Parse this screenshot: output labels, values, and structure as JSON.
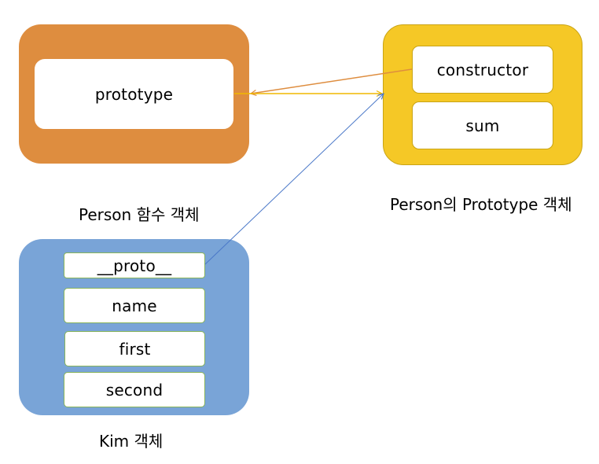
{
  "colors": {
    "person_fn": "#DE8D3F",
    "prototype_obj": "#F5C826",
    "kim_obj": "#79A4D7",
    "arrow_constructor": "#DE8D3F",
    "arrow_prototype": "#F5C826",
    "arrow_proto": "#4A78C8"
  },
  "person_function": {
    "caption": "Person 함수 객체",
    "fields": {
      "prototype": "prototype"
    }
  },
  "person_prototype": {
    "caption": "Person의 Prototype 객체",
    "fields": {
      "constructor": "constructor",
      "sum": "sum"
    }
  },
  "kim": {
    "caption": "Kim 객체",
    "fields": {
      "proto": "__proto__",
      "name": "name",
      "first": "first",
      "second": "second"
    }
  }
}
